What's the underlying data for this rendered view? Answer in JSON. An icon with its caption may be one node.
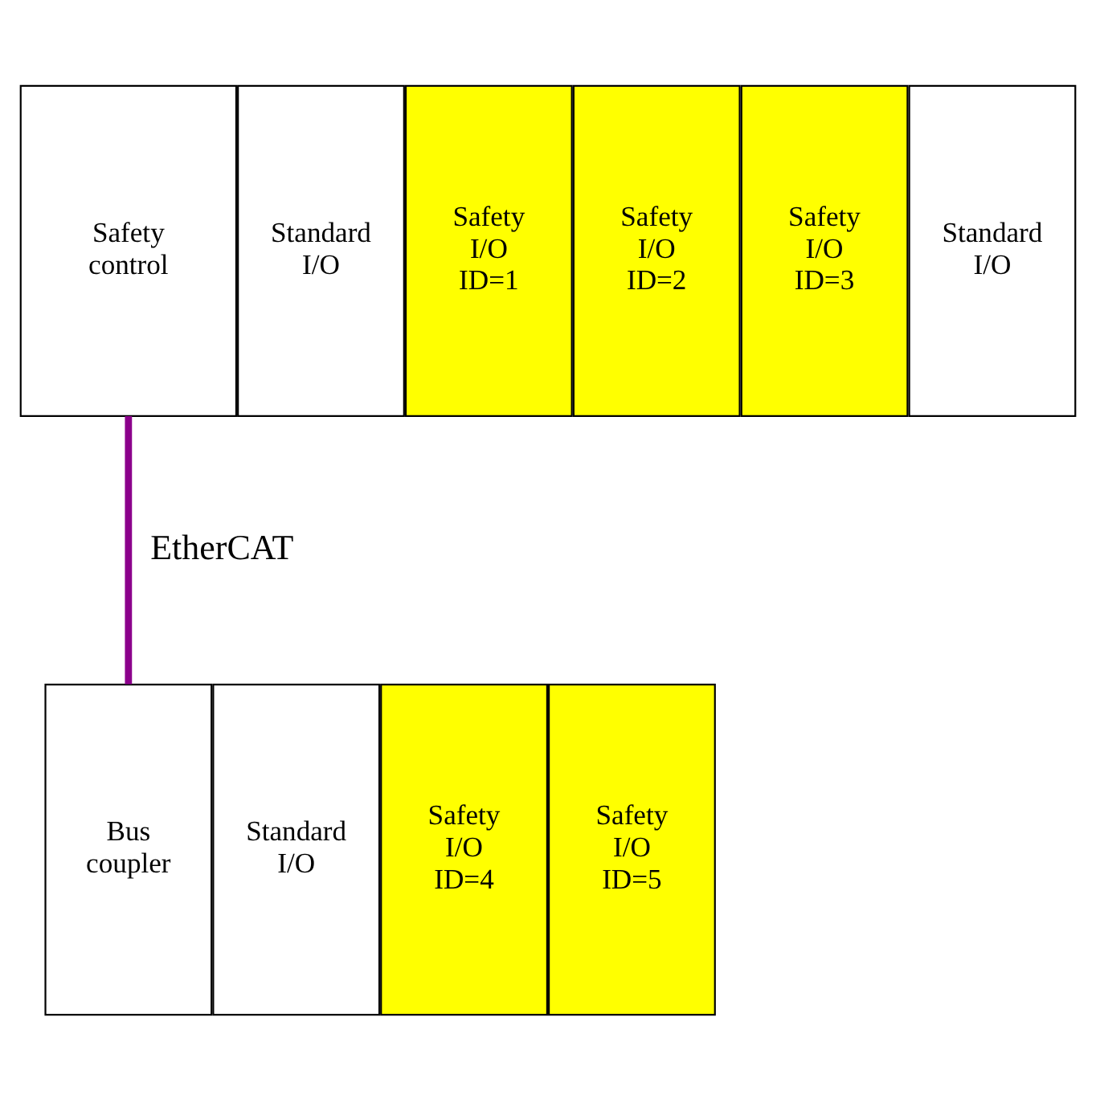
{
  "diagram": {
    "nodes": [
      {
        "text": [
          "Safety control"
        ]
      },
      {
        "text": [
          "Standard I/O"
        ]
      },
      {
        "text": [
          "Safety I/O ID=1"
        ]
      },
      {
        "text": [
          "Safety I/O ID=2"
        ]
      },
      {
        "text": [
          "Safety I/O ID=3"
        ]
      },
      {
        "text": [
          "Standard I/O"
        ]
      },
      {
        "text": [
          "Bus coupler"
        ]
      },
      {
        "text": [
          "Standard I/O"
        ]
      },
      {
        "text": [
          "Safety I/O ID=4"
        ]
      },
      {
        "text": [
          "Safety I/O ID=5"
        ]
      }
    ],
    "edges": [
      {
        "from": 0,
        "to": 6,
        "arrow": "none",
        "label": "EtherCAT",
        "color": "#8b008b"
      }
    ]
  }
}
